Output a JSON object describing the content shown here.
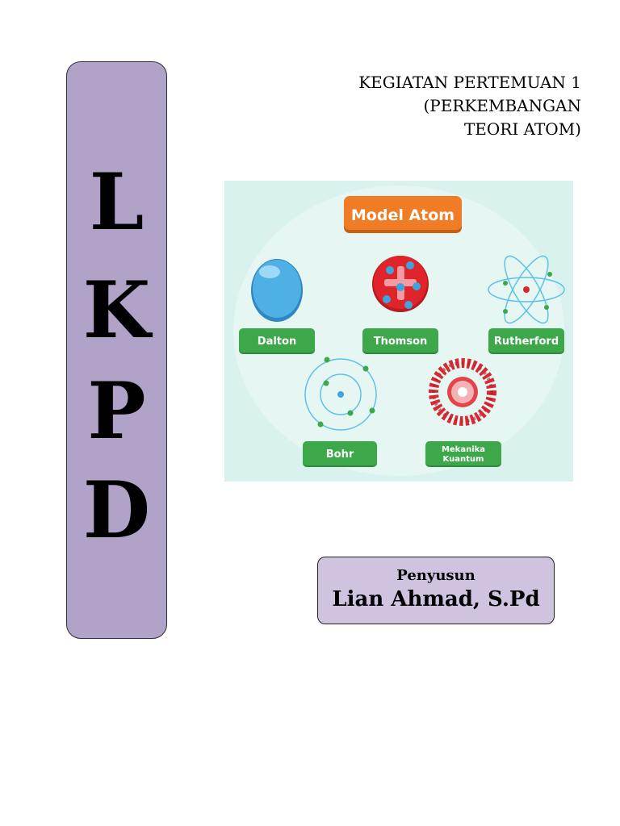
{
  "side_title": {
    "letters": [
      "L",
      "K",
      "P",
      "D"
    ]
  },
  "heading": {
    "lines": [
      "KEGIATAN PERTEMUAN 1",
      "(PERKEMBANGAN",
      "TEORI ATOM)"
    ]
  },
  "figure": {
    "title": "Model Atom",
    "models": [
      {
        "label": "Dalton"
      },
      {
        "label": "Thomson"
      },
      {
        "label": "Rutherford"
      },
      {
        "label": "Bohr"
      },
      {
        "label": "Mekanika",
        "label2": "Kuantum"
      }
    ],
    "colors": {
      "background": "#daf2ee",
      "title_badge": "#f07d26",
      "label_badge": "#3ca84a",
      "dalton": "#3fa3de",
      "thomson": "#e0242c",
      "electron": "#3fa3de",
      "orbit": "#5ec2e8"
    }
  },
  "author": {
    "role": "Penyusun",
    "name": "Lian Ahmad, S.Pd"
  },
  "colors": {
    "side_bar": "#b1a2c7",
    "author_box": "#cfc3e0"
  }
}
